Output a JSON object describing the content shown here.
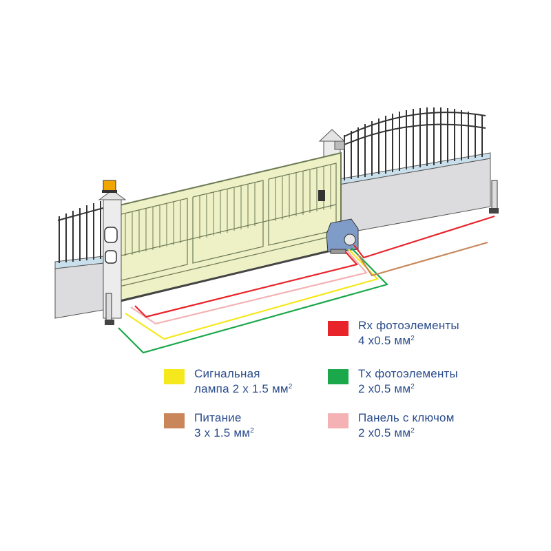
{
  "colors": {
    "rx": "#e8232a",
    "tx": "#1aa84a",
    "lamp": "#f5e81c",
    "power": "#c8865a",
    "key_panel": "#f4b2b4",
    "gate_fill": "#eef0c6",
    "gate_stroke": "#6c7a55",
    "wall": "#dcdcde",
    "legend_text": "#2a4c8c",
    "motor": "#7f9cc8"
  },
  "legend": [
    {
      "id": "rx",
      "color": "#e8232a",
      "line1": "Rx фотоэлементы",
      "line2": "4 x0.5 мм",
      "sup": "2"
    },
    {
      "id": "lamp",
      "color": "#f5e81c",
      "line1": "Сигнальная",
      "line2": "лампа 2 x 1.5 мм",
      "sup": "2"
    },
    {
      "id": "tx",
      "color": "#1aa84a",
      "line1": "Tx фотоэлементы",
      "line2": "2 x0.5 мм",
      "sup": "2"
    },
    {
      "id": "power",
      "color": "#c8865a",
      "line1": "Питание",
      "line2": "3 x 1.5 мм",
      "sup": "2"
    },
    {
      "id": "key_panel",
      "color": "#f4b2b4",
      "line1": "Панель с ключом",
      "line2": "2 x0.5 мм",
      "sup": "2"
    }
  ]
}
